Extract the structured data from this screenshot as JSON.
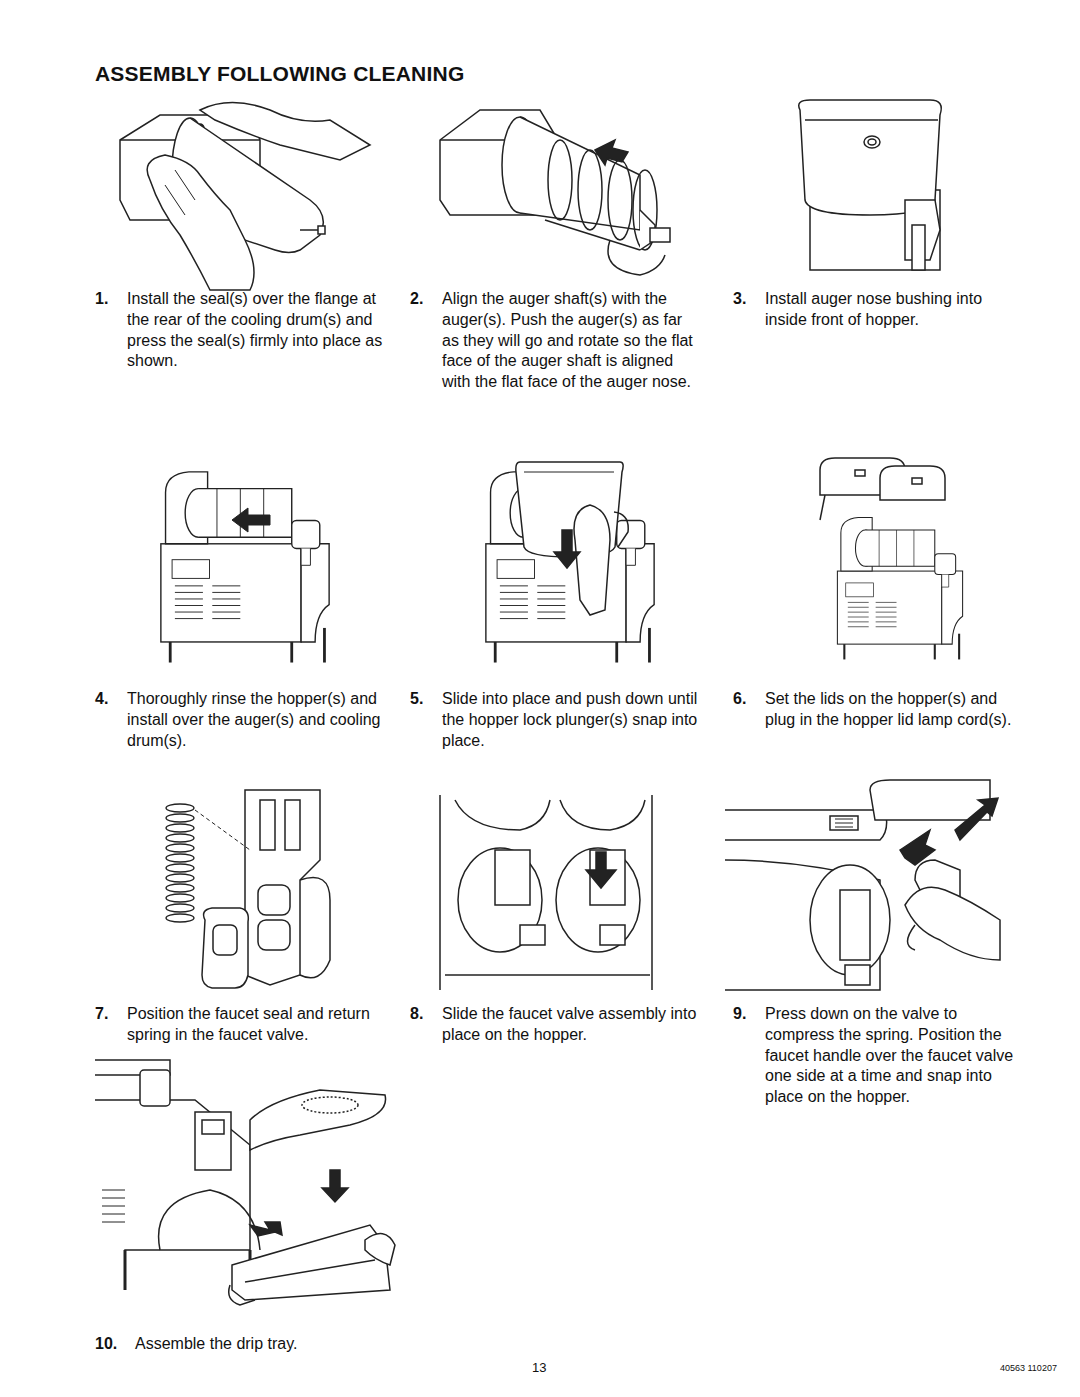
{
  "diagram": {
    "title": "ASSEMBLY FOLLOWING CLEANING",
    "labels": [
      "1.",
      "Install the seal(s) over the flange at the rear of the cooling drum(s) and press the seal(s) firmly into place as shown.",
      "2.",
      "Align the auger shaft(s) with the auger(s). Push the auger(s) as far as they will go and rotate so the flat face of the auger shaft is aligned with the flat face of the auger nose.",
      "3.",
      "Install auger nose bushing into inside front of hopper.",
      "4.",
      "Thoroughly rinse the hopper(s) and install over the auger(s) and cooling drum(s).",
      "5.",
      "Slide into place and push down until the hopper lock plunger(s) snap into place.",
      "6.",
      "Set the lids on the hopper(s) and plug in the hopper lid lamp cord(s).",
      "7.",
      "Position the faucet seal and return spring in the faucet valve.",
      "8.",
      "Slide the faucet valve assembly into place on the hopper.",
      "9.",
      "Press down on the valve to compress the spring. Position the faucet handle over the faucet valve one side at a time and snap into place on the hopper.",
      "10.",
      "Assemble the drip tray.",
      "13",
      "40563 110207"
    ]
  }
}
